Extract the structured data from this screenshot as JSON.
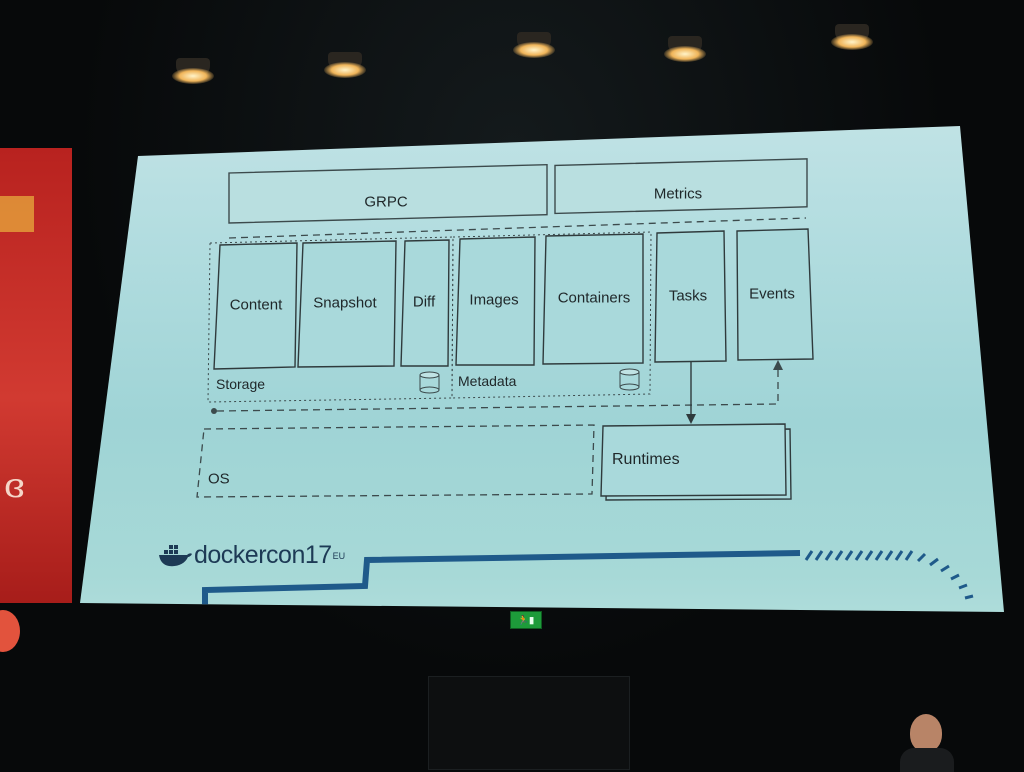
{
  "diagram": {
    "top_boxes": [
      {
        "id": "grpc",
        "label": "GRPC"
      },
      {
        "id": "metrics",
        "label": "Metrics"
      }
    ],
    "storage_group": {
      "label": "Storage",
      "boxes": [
        {
          "id": "content",
          "label": "Content"
        },
        {
          "id": "snapshot",
          "label": "Snapshot"
        },
        {
          "id": "diff",
          "label": "Diff"
        }
      ],
      "icon": "database-icon"
    },
    "metadata_group": {
      "label": "Metadata",
      "boxes": [
        {
          "id": "images",
          "label": "Images"
        },
        {
          "id": "containers",
          "label": "Containers"
        }
      ],
      "icon": "database-icon"
    },
    "service_boxes": [
      {
        "id": "tasks",
        "label": "Tasks"
      },
      {
        "id": "events",
        "label": "Events"
      }
    ],
    "os_label": "OS",
    "runtimes_label": "Runtimes",
    "edges": [
      {
        "from": "tasks",
        "to": "runtimes",
        "style": "solid"
      },
      {
        "from": "storage",
        "to": "events",
        "style": "dashed"
      }
    ]
  },
  "branding": {
    "logo_text": "dockercon",
    "logo_year": "17",
    "logo_suffix": "EU",
    "logo_icon": "docker-whale-icon",
    "brand_color": "#1d3a55"
  },
  "room": {
    "exit_sign_icon": "exit-sign-icon",
    "screen_bg": "#a8d8d9",
    "accent_line": "#1f5a8a"
  }
}
